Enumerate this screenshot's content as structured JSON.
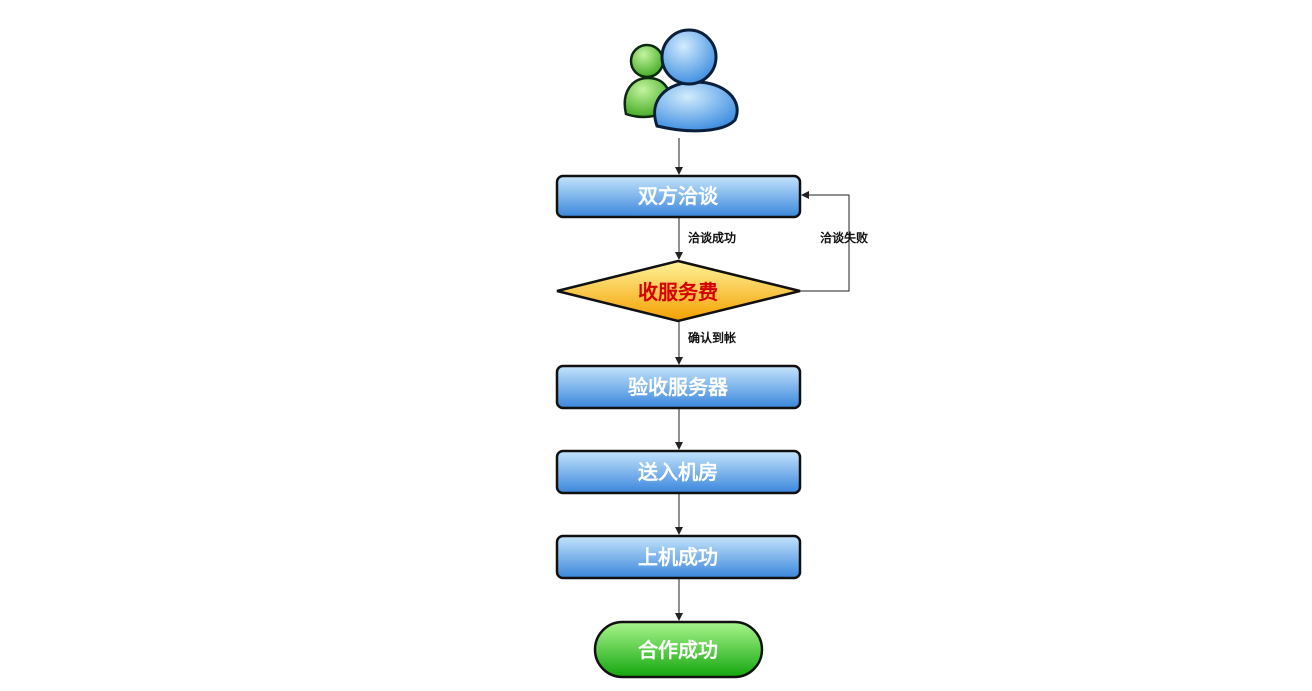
{
  "start": {
    "icon": "users-icon"
  },
  "nodes": {
    "step1": "双方洽谈",
    "decision": "收服务费",
    "step2": "验收服务器",
    "step3": "送入机房",
    "step4": "上机成功",
    "end": "合作成功"
  },
  "edges": {
    "success": "洽谈成功",
    "fail": "洽谈失败",
    "confirm": "确认到帐"
  },
  "colors": {
    "box_light": "#c4e4fb",
    "box_dark": "#3a86dc",
    "diamond_light": "#fff29a",
    "diamond_dark": "#f4a000",
    "decision_text": "#d40000",
    "end_light": "#a8f58c",
    "end_dark": "#14a60e",
    "person_blue_light": "#d2ecfd",
    "person_blue_dark": "#2f84de",
    "person_green_light": "#c4f4a0",
    "person_green_dark": "#35a216"
  }
}
